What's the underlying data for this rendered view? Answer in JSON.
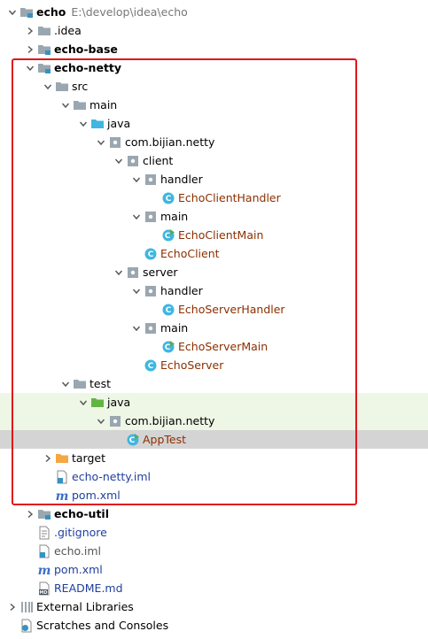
{
  "root": {
    "label": "echo",
    "path": "E:\\develop\\idea\\echo"
  },
  "items": {
    "idea": "idea_label",
    "dummy": ""
  },
  "labels": {
    "idea": ".idea",
    "echo_base": "echo-base",
    "echo_netty": "echo-netty",
    "src": "src",
    "main": "main",
    "java": "java",
    "pkg": "com.bijian.netty",
    "client": "client",
    "client_handler": "handler",
    "echo_client_handler": "EchoClientHandler",
    "client_main": "main",
    "echo_client_main": "EchoClientMain",
    "echo_client": "EchoClient",
    "server": "server",
    "server_handler": "handler",
    "echo_server_handler": "EchoServerHandler",
    "server_main": "main",
    "echo_server_main": "EchoServerMain",
    "echo_server": "EchoServer",
    "test": "test",
    "test_java": "java",
    "test_pkg": "com.bijian.netty",
    "app_test": "AppTest",
    "target": "target",
    "echo_netty_iml": "echo-netty.iml",
    "netty_pom": "pom.xml",
    "echo_util": "echo-util",
    "gitignore": ".gitignore",
    "echo_iml": "echo.iml",
    "root_pom": "pom.xml",
    "readme": "README.md",
    "external_libraries": "External Libraries",
    "scratches": "Scratches and Consoles"
  },
  "icons": {
    "module_folder": "module-folder-icon",
    "folder": "folder-icon",
    "source_folder": "source-folder-icon",
    "test_folder": "test-source-folder-icon",
    "excluded_folder": "excluded-folder-icon",
    "package": "package-icon",
    "class": "java-class-icon",
    "runnable_class": "runnable-class-icon",
    "iml": "iml-file-icon",
    "maven": "maven-pom-icon",
    "text_file": "text-file-icon",
    "markdown": "markdown-file-icon",
    "library": "library-icon",
    "scratches": "scratches-icon"
  },
  "colors": {
    "highlight_frame": "#e0161a",
    "selection": "#d4d4d4",
    "test_row_tint": "#eef6e6",
    "class_name": "#8c2f00"
  }
}
